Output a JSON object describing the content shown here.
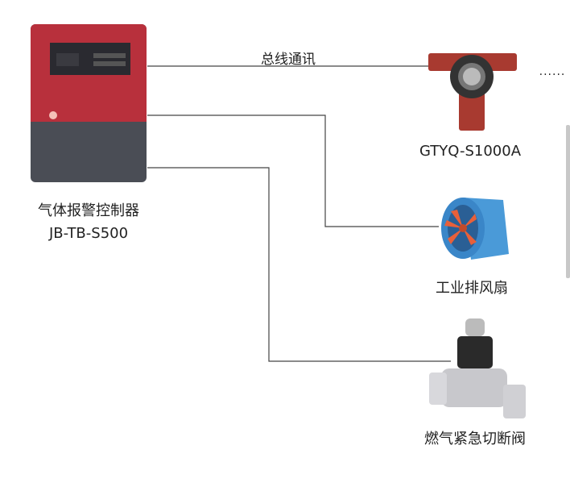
{
  "controller": {
    "name": "气体报警控制器",
    "model": "JB-TB-S500"
  },
  "bus_label": "总线通讯",
  "detector": {
    "model": "GTYQ-S1000A"
  },
  "fan": {
    "name": "工业排风扇"
  },
  "valve": {
    "name": "燃气紧急切断阀"
  },
  "more": "······",
  "colors": {
    "controller_red": "#b8303c",
    "controller_gray": "#4a4d55",
    "fan_blue": "#3a86c8",
    "fan_blade": "#e8603a",
    "detector_red": "#a83a30"
  }
}
